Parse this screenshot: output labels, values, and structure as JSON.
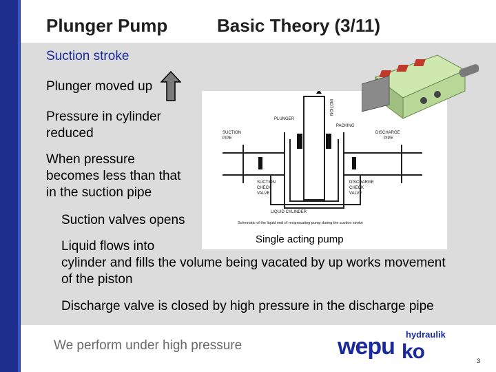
{
  "header": {
    "title_left": "Plunger Pump",
    "title_right": "Basic Theory  (3/11)"
  },
  "content": {
    "subtitle": "Suction stroke",
    "line_plunger": "Plunger moved up",
    "line_pressure_1": "Pressure in cylinder",
    "line_pressure_2": "reduced",
    "line_when_1": "When pressure",
    "line_when_2": "becomes less than that",
    "line_when_3": "in the suction pipe",
    "line_valves": "Suction valves opens",
    "line_liquid_1": "Liquid flows into",
    "line_liquid_2": "cylinder and fills the volume being vacated by up works movement",
    "line_liquid_3": "of the piston",
    "line_discharge": "Discharge valve is closed  by high pressure in the discharge pipe"
  },
  "diagram": {
    "label_plunger": "PLUNGER",
    "label_packing": "PACKING",
    "label_suction_pipe_1": "SUCTION",
    "label_suction_pipe_2": "PIPE",
    "label_discharge_pipe_1": "DISCHARGE",
    "label_discharge_pipe_2": "PIPE",
    "label_suction_valve_1": "SUCTION",
    "label_suction_valve_2": "CHECK",
    "label_suction_valve_3": "VALVE",
    "label_discharge_valve_1": "DISCHARGE",
    "label_discharge_valve_2": "CHECK",
    "label_discharge_valve_3": "VALVE",
    "label_liquid_cylinder": "LIQUID CYLINDER",
    "label_motion": "MOTION",
    "schematic_caption": "Schematic of the liquid end of reciprocating pump during the suction stroke",
    "caption": "Single acting pump"
  },
  "footer": {
    "slogan": "We perform under high pressure",
    "logo_main_1": "wepu",
    "logo_main_2": "ko",
    "logo_sub": "hydraulik",
    "page_number": "3"
  },
  "colors": {
    "left_bar": "#1e2f8e",
    "subtitle": "#1a2a9a",
    "panel": "#dcdcdc",
    "logo": "#1a2a9a"
  }
}
